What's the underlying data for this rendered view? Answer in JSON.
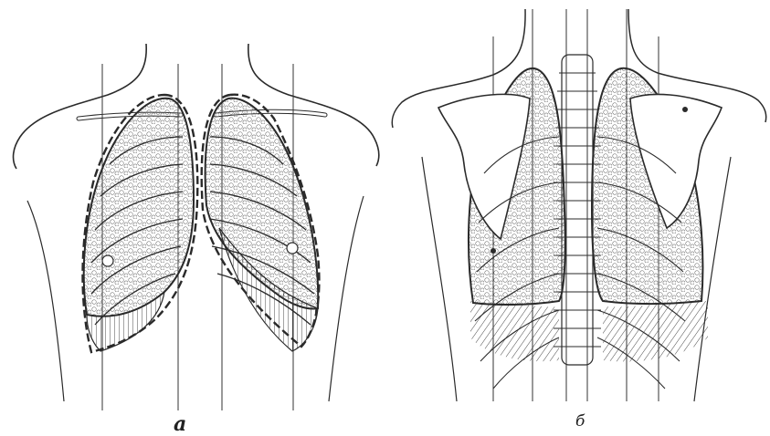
{
  "figure": {
    "panels": [
      {
        "id": "a",
        "label": "а",
        "view": "anterior"
      },
      {
        "id": "b",
        "label": "б",
        "view": "posterior"
      }
    ],
    "colors": {
      "ink": "#2a2a2a",
      "light_ink": "#555555",
      "paper": "#ffffff"
    }
  }
}
